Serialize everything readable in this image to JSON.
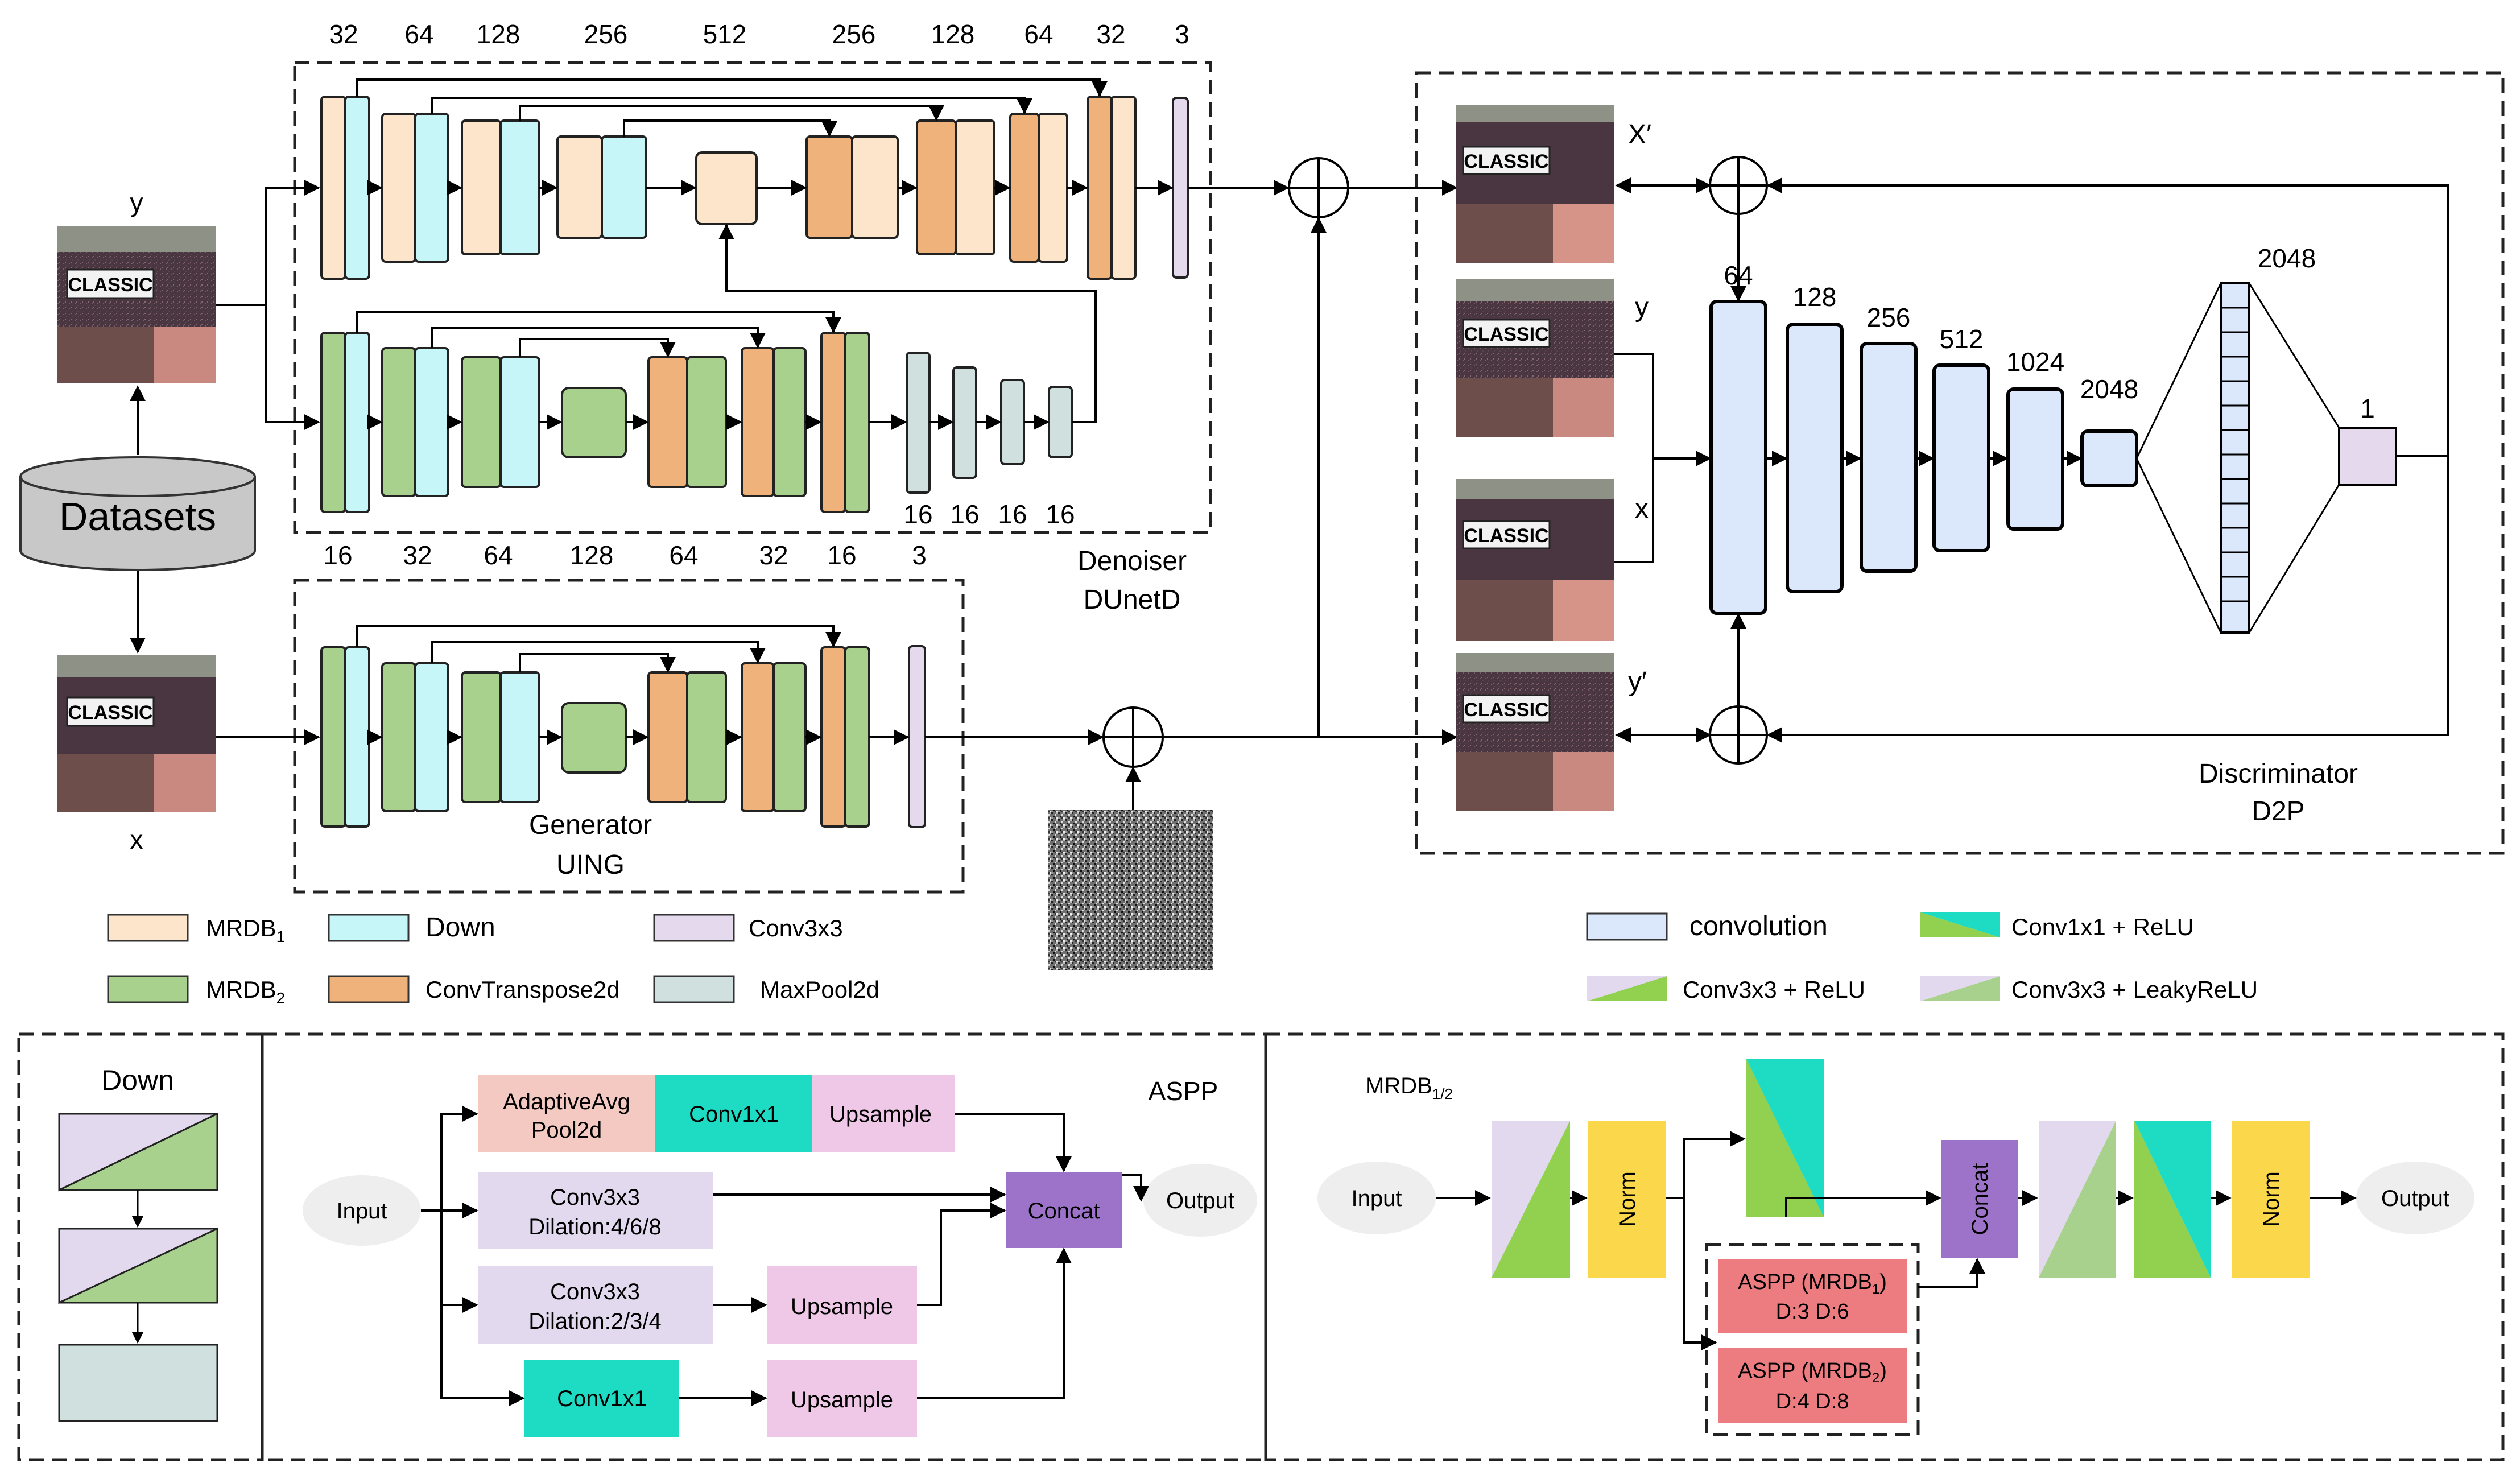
{
  "colors": {
    "mrdb1": "#fde5cc",
    "down": "#c6f6f8",
    "conv3x3": "#e5d9ee",
    "mrdb2": "#a9d18e",
    "convtranspose": "#f0b27b",
    "maxpool": "#cfe0df",
    "convolution": "#dbe8fb",
    "teal": "#1edcc4",
    "green": "#92d050",
    "lavender": "#e2d9ef",
    "concat": "#9c73c9",
    "aspp_red": "#ec7c80",
    "norm": "#fbd84b",
    "pool_pink": "#f3c9c1",
    "upsample": "#eec8e6",
    "oval": "#eeeeee",
    "datasets": "#c8c8c8"
  },
  "top": {
    "channels_denoiser_top": [
      "32",
      "64",
      "128",
      "256",
      "512",
      "256",
      "128",
      "64",
      "32",
      "3"
    ],
    "channels_bottom_row": [
      "16",
      "32",
      "64",
      "128",
      "64",
      "32",
      "16",
      "3"
    ],
    "maxpool_channels": [
      "16",
      "16",
      "16",
      "16"
    ],
    "datasets_label": "Datasets",
    "y_label": "y",
    "x_label": "x",
    "denoiser_label": "Denoiser",
    "denoiser_name": "DUnetD",
    "generator_label": "Generator",
    "generator_name": "UING",
    "image_text": "CLASSIC"
  },
  "discriminator": {
    "x_prime": "X′",
    "y_label": "y",
    "x_label": "x",
    "y_prime": "y′",
    "channels": [
      "64",
      "128",
      "256",
      "512",
      "1024",
      "2048"
    ],
    "fc_channels": "2048",
    "out_channels": "1",
    "label": "Discriminator",
    "name": "D2P"
  },
  "legend": {
    "mrdb1": "MRDB",
    "mrdb1_sub": "1",
    "mrdb2": "MRDB",
    "mrdb2_sub": "2",
    "down": "Down",
    "convtranspose": "ConvTranspose2d",
    "conv3x3": "Conv3x3",
    "maxpool": "MaxPool2d",
    "convolution": "convolution",
    "conv1x1_relu": "Conv1x1 + ReLU",
    "conv3x3_relu": "Conv3x3 + ReLU",
    "conv3x3_leaky": "Conv3x3 + LeakyReLU"
  },
  "down_panel": {
    "title": "Down"
  },
  "aspp": {
    "title": "ASPP",
    "input": "Input",
    "pool_line1": "AdaptiveAvg",
    "pool_line2": "Pool2d",
    "conv1x1": "Conv1x1",
    "upsample": "Upsample",
    "conv_a_line1": "Conv3x3",
    "conv_a_line2": "Dilation:4/6/8",
    "conv_b_line1": "Conv3x3",
    "conv_b_line2": "Dilation:2/3/4",
    "concat": "Concat",
    "output": "Output"
  },
  "mrdb_panel": {
    "title": "MRDB",
    "title_sub": "1/2",
    "input": "Input",
    "norm": "Norm",
    "concat": "Concat",
    "aspp1_line1": "ASPP (MRDB",
    "aspp1_sub": "1",
    "aspp1_line1_end": ")",
    "aspp1_line2": "D:3 D:6",
    "aspp2_line1": "ASPP (MRDB",
    "aspp2_sub": "2",
    "aspp2_line1_end": ")",
    "aspp2_line2": "D:4 D:8",
    "output": "Output"
  }
}
